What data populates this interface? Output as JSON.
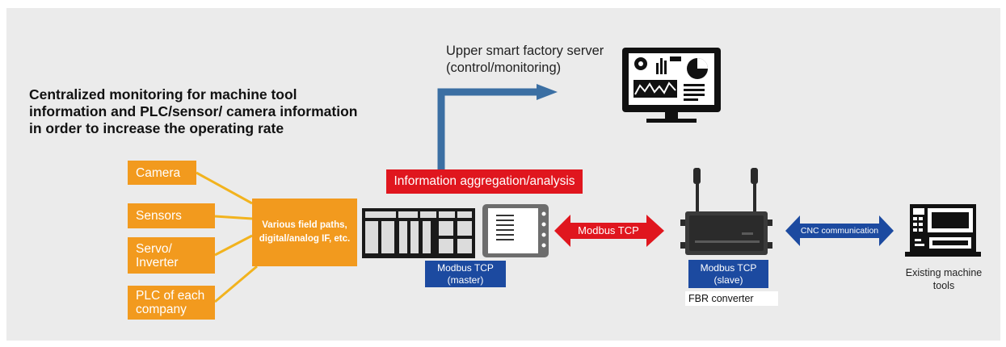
{
  "heading": "Centralized monitoring for machine tool\ninformation and PLC/sensor/ camera information\nin order to increase the operating rate",
  "upper_server": {
    "label": "Upper smart factory server\n(control/monitoring)",
    "icon": "monitor-dashboard-icon"
  },
  "field_devices": [
    {
      "label": "Camera"
    },
    {
      "label": "Sensors"
    },
    {
      "label": "Servo/\nInverter"
    },
    {
      "label": "PLC of each\ncompany"
    }
  ],
  "field_paths": {
    "label": "Various field paths,\ndigital/analog IF, etc."
  },
  "aggregation": {
    "label": "Information aggregation/analysis"
  },
  "master": {
    "label": "Modbus TCP\n(master)",
    "icon": "plc-hmi-icon"
  },
  "link_modbus": {
    "label": "Modbus TCP"
  },
  "slave": {
    "label": "Modbus TCP\n(slave)",
    "device_label": "FBR converter",
    "icon": "fbr-converter-icon"
  },
  "link_cnc": {
    "label": "CNC communication"
  },
  "machine": {
    "label": "Existing machine\ntools",
    "icon": "cnc-machine-icon"
  },
  "colors": {
    "orange": "#f29a1e",
    "red": "#e0161e",
    "blue": "#1c4aa0",
    "steel_blue": "#3b6fa3",
    "background": "#ebebeb"
  }
}
